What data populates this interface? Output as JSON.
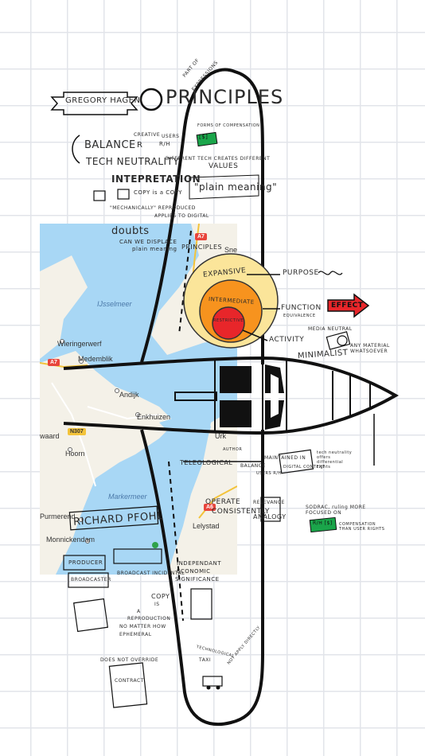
{
  "colors": {
    "map_water": "#a8d7f5",
    "map_land": "#f4f1e8",
    "effect_red": "#e8262a",
    "tag_green": "#1aa54a",
    "circle_yellow": "#fbe59a",
    "circle_orange": "#f7931e"
  },
  "map": {
    "labels": [
      "IJsselmeer",
      "Wieringerwerf",
      "Medemblik",
      "Andijk",
      "Enkhuizen",
      "waard",
      "Hoorn",
      "Markermeer",
      "Purmerend",
      "Monnickendam",
      "Lelystad",
      "Sne",
      "Urk"
    ],
    "shields": [
      "A7",
      "A7",
      "N307",
      "A6"
    ]
  },
  "notes": {
    "author": "GREGORY HAGEN",
    "title": "PRINCIPLES",
    "copyright_symbol": "©",
    "balance": "BALANCE",
    "creative_users": "CREATIVE",
    "users": "USERS",
    "r": "R",
    "rh": "R/H",
    "form_of_compensation": "FORMS OF COMPENSATION",
    "dollar_tag": "[$]",
    "tech_neutrality": "TECH NEUTRALITY",
    "different_tech": "DIFFERENT TECH CREATES DIFFERENT",
    "values": "VALUES",
    "part_of": "PART OF",
    "expressions": "EXPRESSIONS",
    "interpretation": "INTEPRETATION",
    "copy_is_copy": "COPY is a COPY",
    "plain_meaning": "\"plain meaning\"",
    "mechanically": "\"MECHANICALLY\" REPRODUCED",
    "apply_to_digital": "APPLIES TO DIGITAL",
    "doubts": "doubts",
    "can_we_displace": "CAN WE DISPLACE",
    "plain_meaning2": "plain meaning",
    "principles_small": "PRINCIPLES",
    "expansive": "EXPANSIVE",
    "intermediate": "INTERMEDIATE",
    "restrictive": "RESTRICTIVE",
    "purpose": "PURPOSE",
    "function": "FUNCTION",
    "equivalence": "EQUIVALENCE",
    "effect": "EFFECT",
    "activity": "ACTIVITY",
    "media_neutral": "MEDIA NEUTRAL",
    "any_material": "ANY MATERIAL WHATSOEVER",
    "minimalist": "MINIMALIST",
    "teleological": "TELEOLOGICAL",
    "author_small": "AUTHOR",
    "balance_small": "BALANCE",
    "users_rh": "USERS R/H",
    "maintained_in": "MAINTAINED IN",
    "digital_context": "DIGITAL CONTEXT",
    "tech_note": "tech neutrality offers differential rights",
    "operate": "OPERATE",
    "consistently": "CONSISTENTLY",
    "relevance": "RELEVANCE",
    "analogy": "ANALOGY",
    "sodrac": "SODRAC, ruling MORE FOCUSED ON",
    "rh_tag": "R/H [$]",
    "compensation_users": "COMPENSATION THAN USER RIGHTS",
    "richard_pfohl": "RICHARD PFOHL",
    "producer": "PRODUCER",
    "broadcaster": "BROADCASTER",
    "broadcast_incidental": "BROADCAST INCIDENTAL",
    "independant": "INDEPENDANT",
    "economic": "ECONOMIC",
    "significance": "SIGNIFICANCE",
    "copy": "COPY",
    "is": "IS",
    "a": "A",
    "reproduction": "REPRODUCTION",
    "no_matter_how": "NO MATTER HOW",
    "ephemeral": "EPHEMERAL",
    "does_not_override": "DOES NOT OVERRIDE",
    "contract": "CONTRACT",
    "technological": "TECHNOLOGICAL",
    "taxi": "TAXI",
    "not_apply": "NOT APPLY DIRECTLY"
  }
}
